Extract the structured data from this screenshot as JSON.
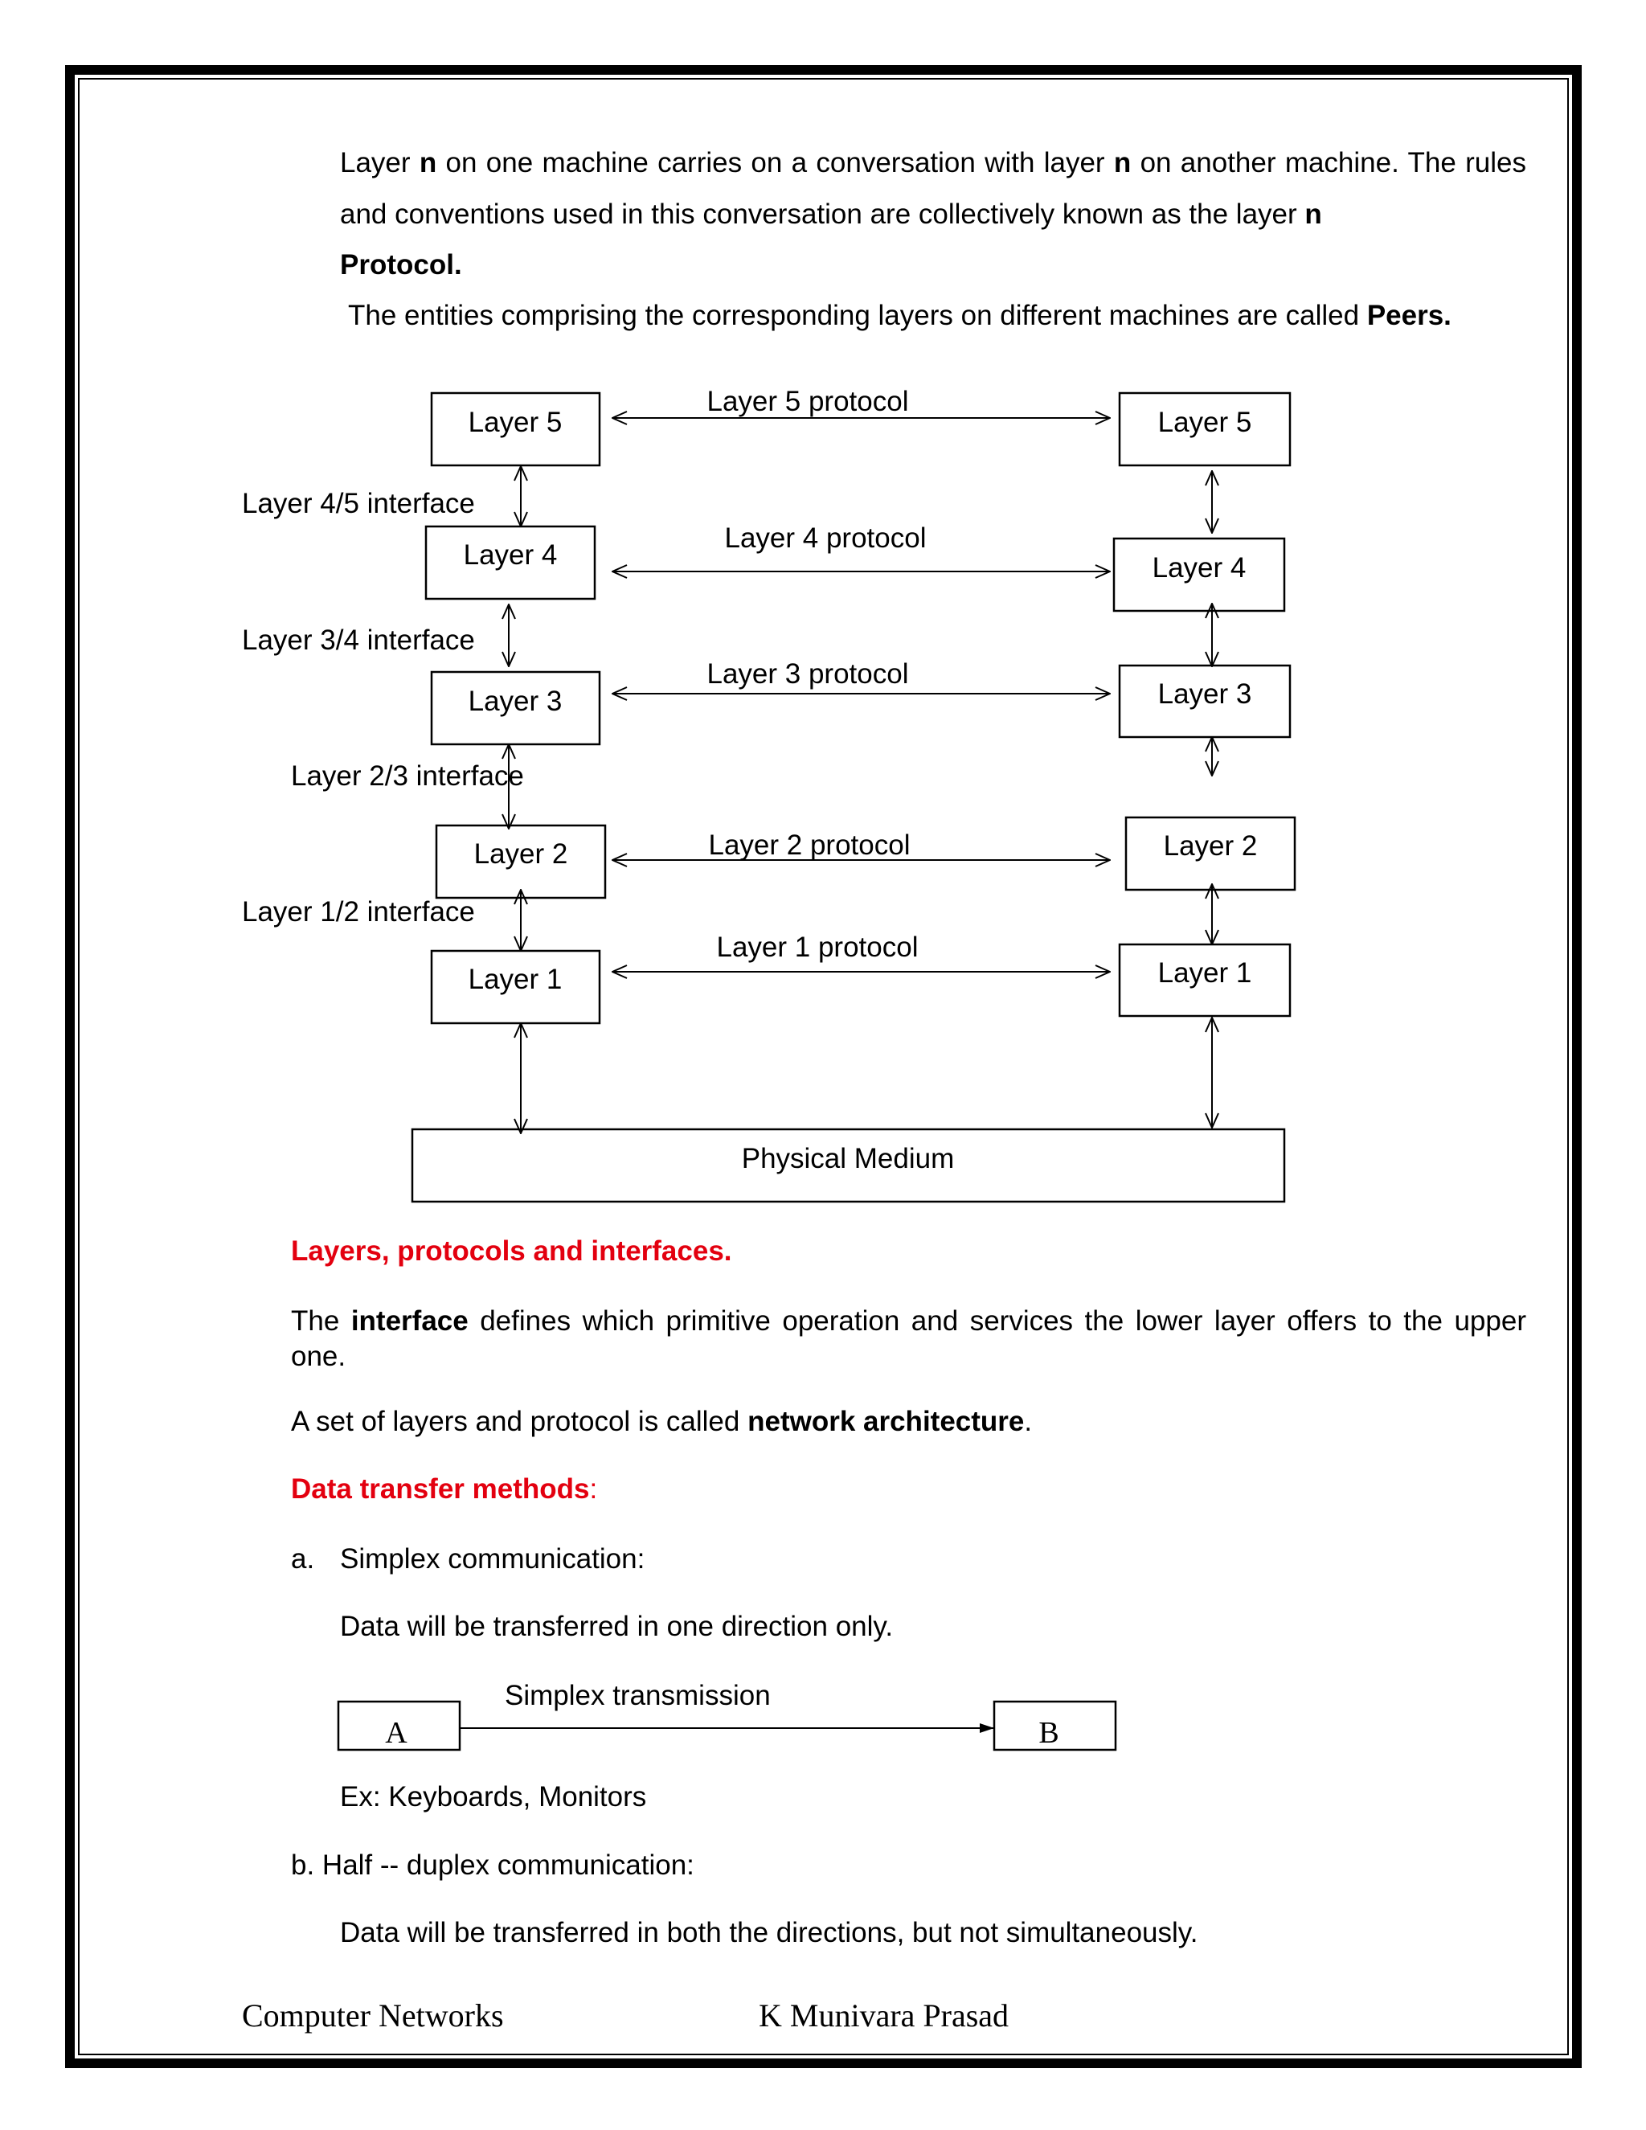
{
  "intro": {
    "p1": [
      "Layer ",
      "n",
      " on one machine carries on a conversation with layer ",
      "n",
      " on another machine. The rules and conventions used in this conversation are collectively known as the layer ",
      "n",
      " ",
      "Protocol."
    ],
    "p2": [
      "The entities comprising the corresponding layers on different machines are called ",
      "Peers."
    ]
  },
  "diagram": {
    "left_layers": [
      "Layer 5",
      "Layer 4",
      "Layer 3",
      "Layer 2",
      "Layer 1"
    ],
    "right_layers": [
      "Layer 5",
      "Layer 4",
      "Layer 3",
      "Layer 2",
      "Layer 1"
    ],
    "protocols": [
      "Layer 5 protocol",
      "Layer 4 protocol",
      "Layer 3 protocol",
      "Layer 2 protocol",
      "Layer 1 protocol"
    ],
    "interfaces": [
      "Layer 4/5 interface",
      "Layer 3/4 interface",
      "Layer 2/3 interface",
      "Layer 1/2 interface"
    ],
    "medium": "Physical Medium"
  },
  "caption": "Layers, protocols and interfaces.",
  "interface_para": [
    "The ",
    "interface",
    " defines which primitive operation and services the lower layer offers to the upper one."
  ],
  "arch_para": [
    "A set of layers and protocol is called ",
    "network architecture",
    "."
  ],
  "methods_heading": "Data transfer methods",
  "methods_colon": ":",
  "simplex": {
    "marker": "a.",
    "title": "Simplex communication:",
    "desc": "Data will be transferred in one direction only.",
    "diagram_label": "Simplex transmission",
    "node_a": "A",
    "node_b": "B",
    "example": "Ex: Keyboards, Monitors"
  },
  "half_duplex": {
    "title": "b. Half -- duplex communication:",
    "desc": "Data will be transferred in both the directions, but not simultaneously."
  },
  "footer": {
    "left": "Computer Networks",
    "right": "K Munivara Prasad"
  },
  "colors": {
    "heading_red": "#e3000f"
  }
}
